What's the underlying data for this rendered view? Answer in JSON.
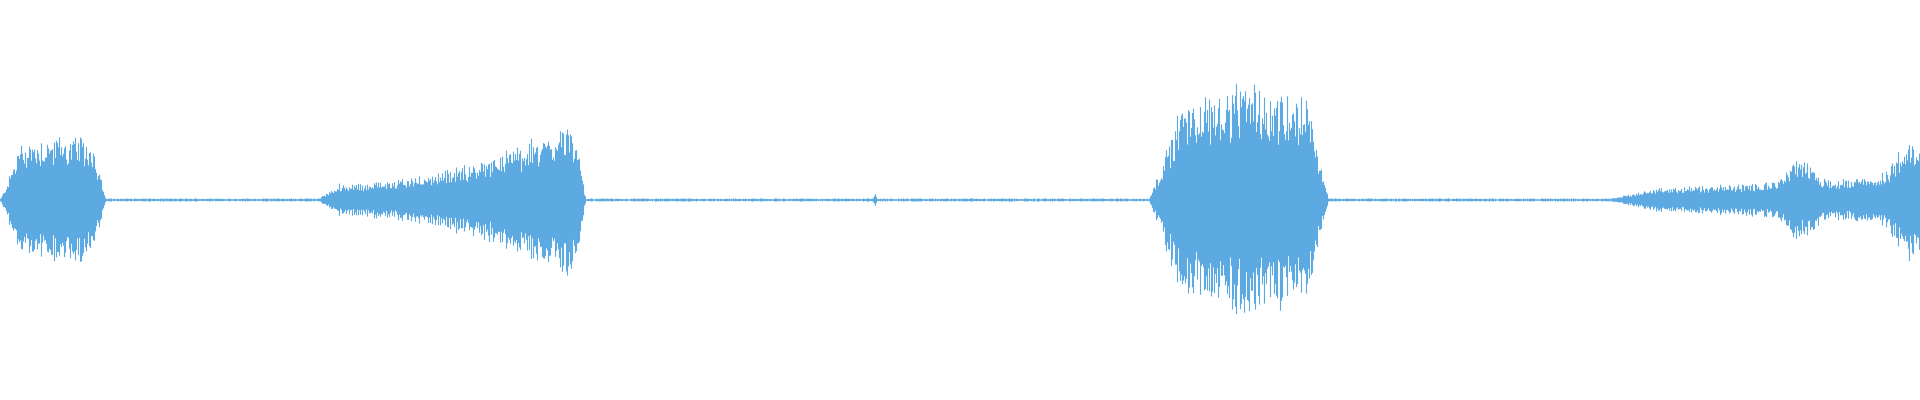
{
  "waveform": {
    "color": "#5DA9E1",
    "background": "#FFFFFF",
    "duration_fraction_note": "",
    "segments": [
      {
        "start": 0.0,
        "end": 0.055,
        "peak": 0.34,
        "shape": "burst"
      },
      {
        "start": 0.165,
        "end": 0.305,
        "peak": 0.46,
        "shape": "ramp-up"
      },
      {
        "start": 0.454,
        "end": 0.457,
        "peak": 0.04,
        "shape": "click"
      },
      {
        "start": 0.598,
        "end": 0.692,
        "peak": 0.59,
        "shape": "burst"
      },
      {
        "start": 0.835,
        "end": 1.0,
        "peak": 0.32,
        "shape": "noisy-rise"
      }
    ],
    "baseline_amplitude": 0.006
  }
}
